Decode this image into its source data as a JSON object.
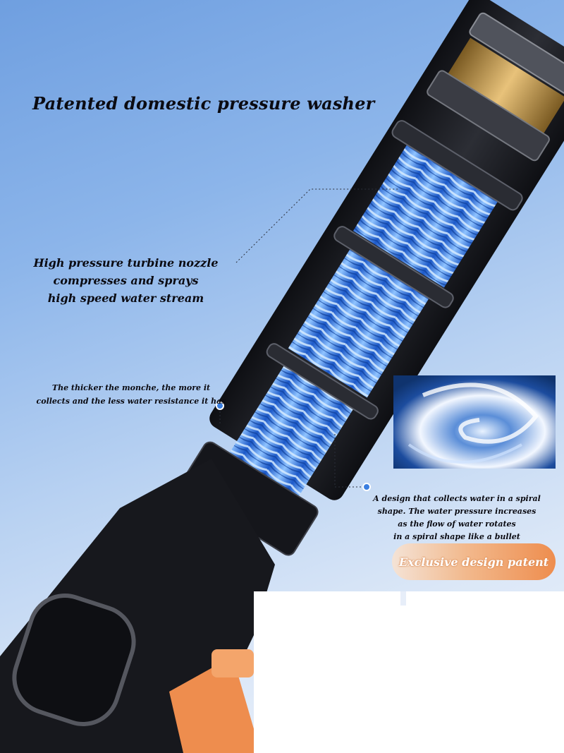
{
  "headline": "Patented domestic pressure washer",
  "callouts": {
    "nozzle": [
      "High pressure turbine nozzle",
      "compresses and sprays",
      "high speed water stream"
    ],
    "thickness": [
      "The thicker the monche, the more it",
      "collects and the less water resistance it has"
    ],
    "spiral": [
      "A design that collects water in a spiral",
      "shape. The water pressure increases",
      "as the flow of water rotates",
      "in a spiral shape like a bullet"
    ]
  },
  "badge": "Exclusive design patent",
  "colors": {
    "background_top": "#6f9fe0",
    "background_bottom": "#eef3fb",
    "spring_blue": "#2f7fe8",
    "body_black": "#1a1b20",
    "accent_orange": "#ee8d4e",
    "text": "#0b0b12"
  }
}
